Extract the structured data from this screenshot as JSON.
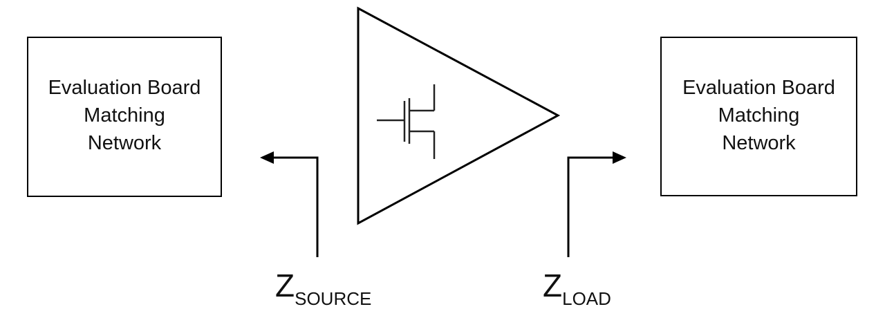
{
  "left_block": {
    "lines": [
      "Evaluation Board",
      "Matching",
      "Network"
    ]
  },
  "right_block": {
    "lines": [
      "Evaluation Board",
      "Matching",
      "Network"
    ]
  },
  "source_label": {
    "main": "Z",
    "sub": "SOURCE"
  },
  "load_label": {
    "main": "Z",
    "sub": "LOAD"
  },
  "icons": {
    "amplifier": "amplifier-triangle-icon",
    "transistor": "fet-transistor-icon",
    "left_arrow": "arrow-left-icon",
    "right_arrow": "arrow-right-icon"
  }
}
